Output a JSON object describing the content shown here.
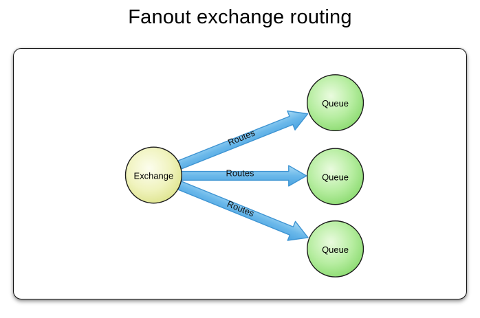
{
  "title": "Fanout exchange routing",
  "diagram": {
    "exchange": {
      "label": "Exchange"
    },
    "queues": [
      {
        "label": "Queue"
      },
      {
        "label": "Queue"
      },
      {
        "label": "Queue"
      }
    ],
    "routes": [
      {
        "label": "Routes"
      },
      {
        "label": "Routes"
      },
      {
        "label": "Routes"
      }
    ],
    "colors": {
      "exchange_fill_center": "#FCFDEE",
      "exchange_fill_edge": "#D6DD78",
      "queue_fill_center": "#EAFBDF",
      "queue_fill_edge": "#79D35C",
      "arrow_fill_light": "#A9DAF5",
      "arrow_fill_dark": "#4BA3E0",
      "arrow_stroke": "#3E94D2",
      "node_stroke": "#1A1A1A",
      "panel_background": "#FFFFFF",
      "title_color": "#000000"
    }
  }
}
